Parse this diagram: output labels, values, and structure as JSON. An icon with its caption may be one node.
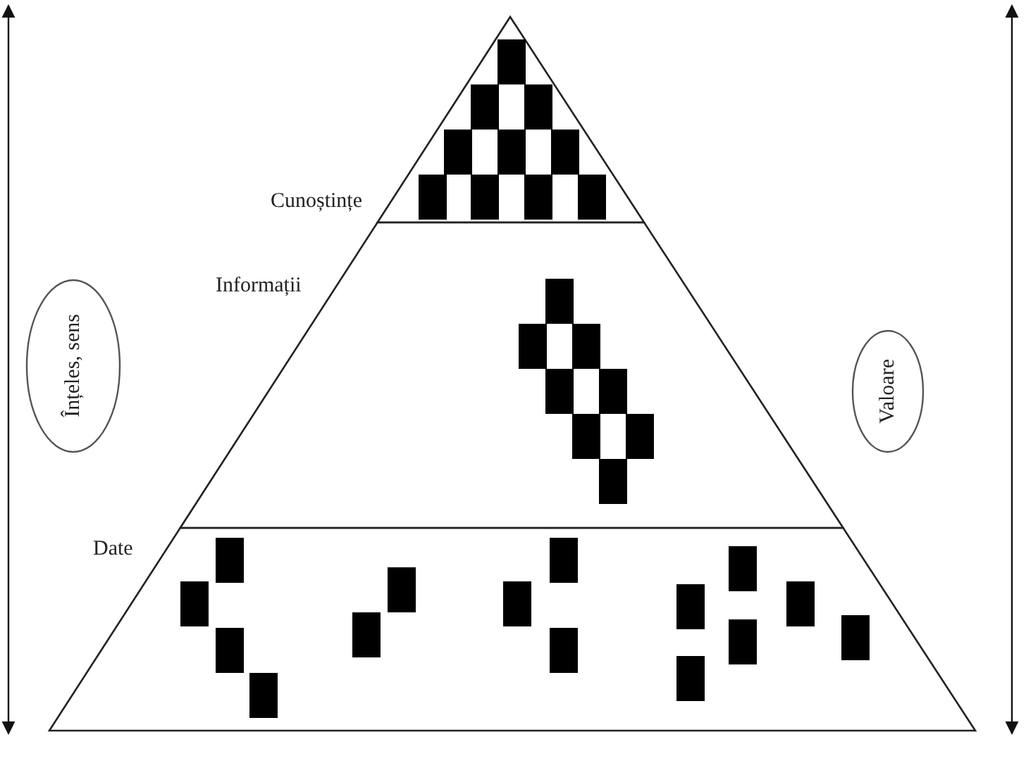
{
  "diagram": {
    "nodes": [
      {
        "text": [
          "Cunoștințe"
        ]
      },
      {
        "text": [
          "Informații"
        ]
      },
      {
        "text": [
          "Date"
        ]
      },
      {
        "text": [
          "Înțeles, sens"
        ]
      },
      {
        "text": [
          "Valoare"
        ]
      }
    ]
  }
}
